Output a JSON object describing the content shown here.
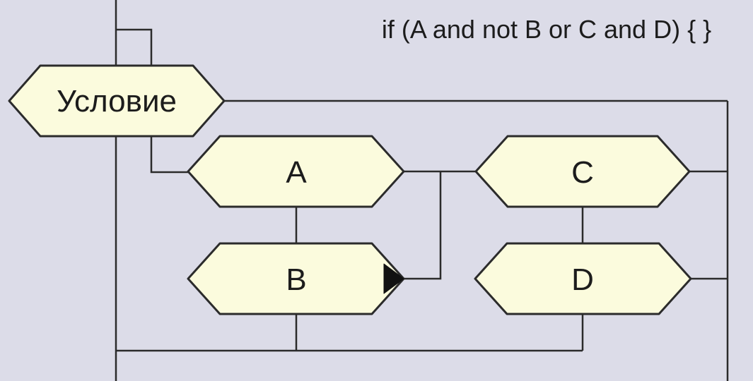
{
  "header": {
    "expression": "if (A and not B or C and D) { }"
  },
  "diagram": {
    "nodes": [
      {
        "id": "condition",
        "label": "Условие"
      },
      {
        "id": "a",
        "label": "A"
      },
      {
        "id": "b",
        "label": "B"
      },
      {
        "id": "c",
        "label": "C"
      },
      {
        "id": "d",
        "label": "D"
      }
    ],
    "icons": [
      {
        "name": "merge-arrow-icon"
      }
    ]
  },
  "colors": {
    "background": "#dcdce8",
    "node-fill": "#fbfbdd",
    "stroke": "#2b2b2b",
    "text": "#1c1c1c",
    "arrow": "#111111"
  }
}
